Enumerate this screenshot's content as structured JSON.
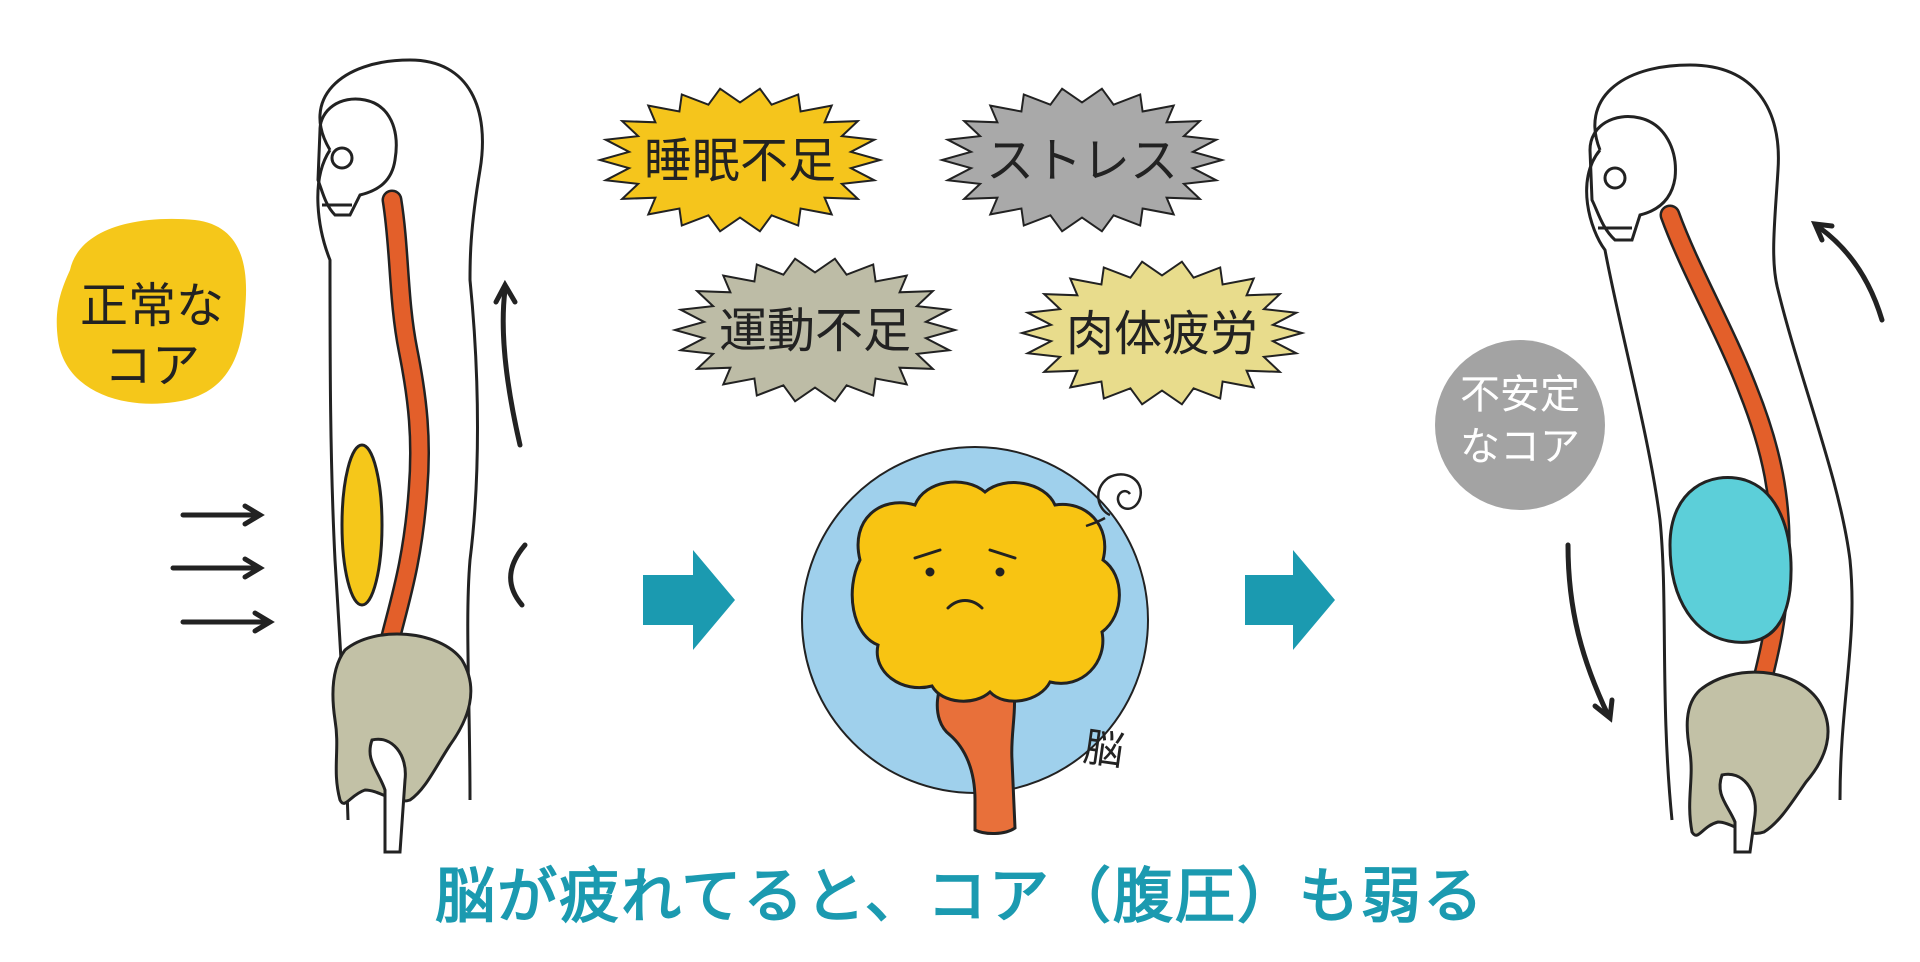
{
  "colors": {
    "spine": "#e35f2a",
    "pelvis": "#c2c1a6",
    "core_normal": "#f5c71a",
    "core_unstable": "#5ccfd9",
    "brain": "#f8c412",
    "brain_stem": "#e8703a",
    "brain_circle": "#9fd0ec",
    "flow_arrow": "#1b9ab0",
    "caption": "#1b9ab0",
    "outline": "#222222"
  },
  "labels": {
    "normal_core": [
      "正常な",
      "コア"
    ],
    "unstable_core": [
      "不安定",
      "なコア"
    ],
    "brain_label": "脳"
  },
  "factors": [
    {
      "text": "睡眠不足",
      "color": "#f5c51c"
    },
    {
      "text": "ストレス",
      "color": "#a9a9a9"
    },
    {
      "text": "運動不足",
      "color": "#bdbca6"
    },
    {
      "text": "肉体疲労",
      "color": "#e8dc8c"
    }
  ],
  "caption": "脳が疲れてると、コア（腹圧）も弱る",
  "icons": [
    "pressure-arrow-icon",
    "flow-arrow-icon",
    "dizzy-swirl-icon"
  ]
}
